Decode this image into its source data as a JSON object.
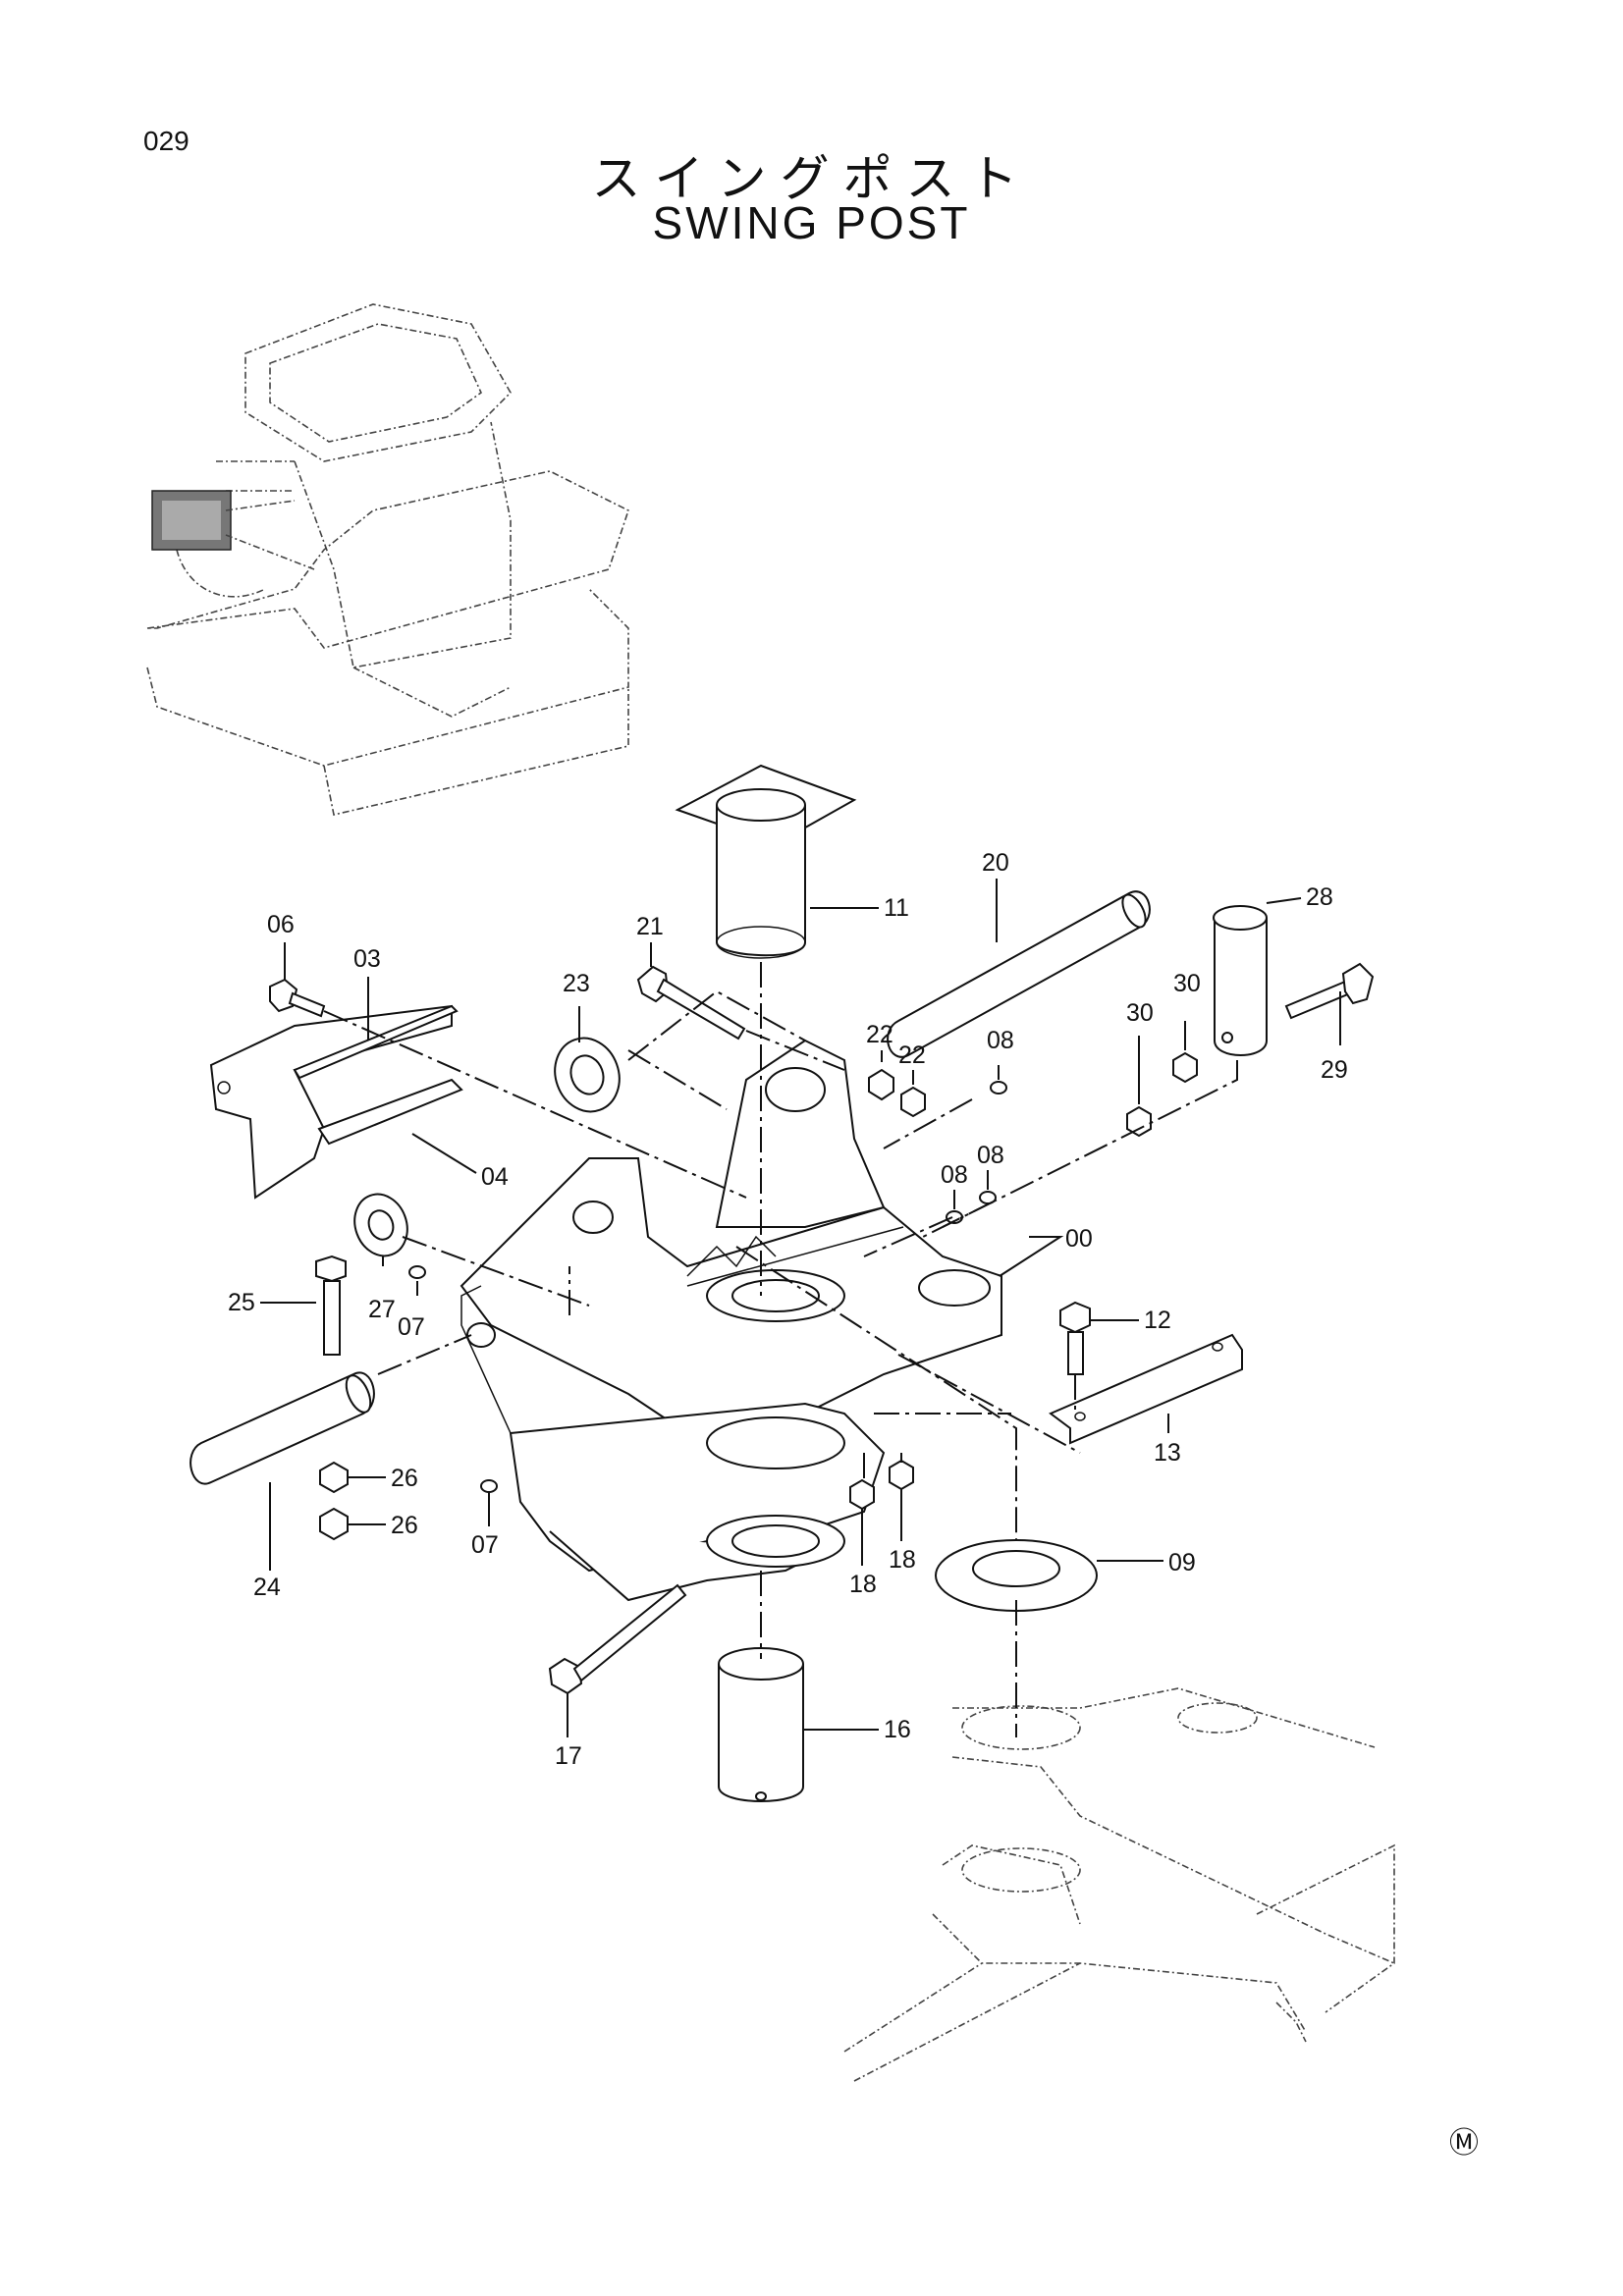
{
  "header": {
    "page_number": "029",
    "title_jp": "スイングポスト",
    "title_en": "SWING POST"
  },
  "footer": {
    "mark": "Ⓜ"
  },
  "parts": [
    {
      "id": "00"
    },
    {
      "id": "03"
    },
    {
      "id": "04"
    },
    {
      "id": "06"
    },
    {
      "id": "07"
    },
    {
      "id": "07"
    },
    {
      "id": "08"
    },
    {
      "id": "08"
    },
    {
      "id": "08"
    },
    {
      "id": "09"
    },
    {
      "id": "11"
    },
    {
      "id": "12"
    },
    {
      "id": "13"
    },
    {
      "id": "16"
    },
    {
      "id": "17"
    },
    {
      "id": "18"
    },
    {
      "id": "18"
    },
    {
      "id": "20"
    },
    {
      "id": "21"
    },
    {
      "id": "22"
    },
    {
      "id": "22"
    },
    {
      "id": "23"
    },
    {
      "id": "24"
    },
    {
      "id": "25"
    },
    {
      "id": "26"
    },
    {
      "id": "26"
    },
    {
      "id": "27"
    },
    {
      "id": "28"
    },
    {
      "id": "29"
    },
    {
      "id": "30"
    },
    {
      "id": "30"
    }
  ]
}
